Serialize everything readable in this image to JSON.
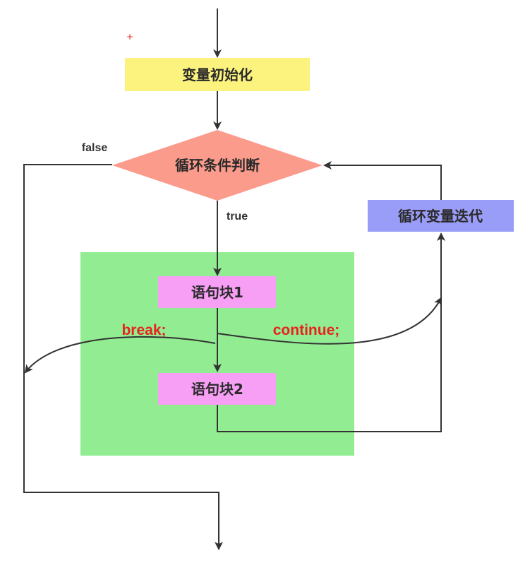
{
  "nodes": {
    "init": "变量初始化",
    "condition": "循环条件判断",
    "iterate": "循环变量迭代",
    "block1": "语句块1",
    "block2": "语句块2"
  },
  "labels": {
    "false": "false",
    "true": "true",
    "break": "break;",
    "continue": "continue;",
    "plus": "+"
  },
  "colors": {
    "init_fill": "#fbf37e",
    "condition_fill": "#fa9b8c",
    "iterate_fill": "#9a9df7",
    "block_fill": "#f79ff5",
    "loop_body_fill": "#92ec92",
    "break_continue_text": "#e8231d",
    "line": "#333333"
  }
}
